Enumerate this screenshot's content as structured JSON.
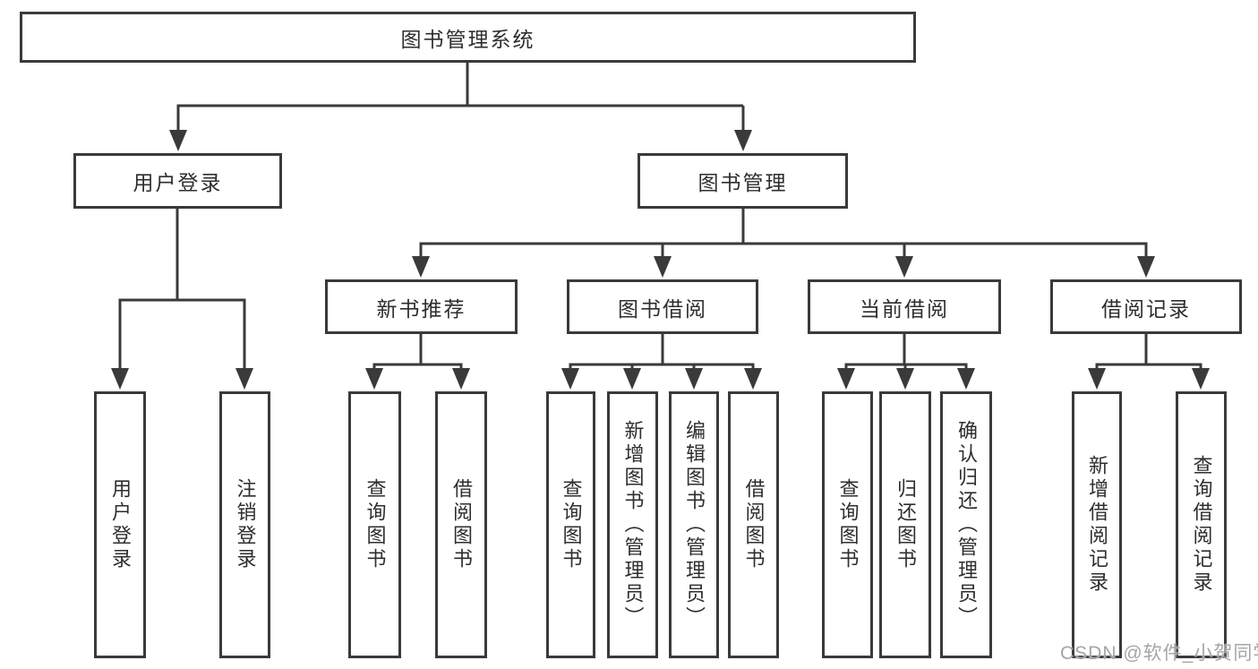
{
  "diagram": {
    "title": "图书管理系统",
    "branches": {
      "user_login": {
        "label": "用户登录",
        "children": [
          {
            "label": "用户登录"
          },
          {
            "label": "注销登录"
          }
        ]
      },
      "book_management": {
        "label": "图书管理",
        "modules": [
          {
            "label": "新书推荐",
            "children": [
              {
                "label": "查询图书"
              },
              {
                "label": "借阅图书"
              }
            ]
          },
          {
            "label": "图书借阅",
            "children": [
              {
                "label": "查询图书"
              },
              {
                "label": "新增图书（管理员）"
              },
              {
                "label": "编辑图书（管理员）"
              },
              {
                "label": "借阅图书"
              }
            ]
          },
          {
            "label": "当前借阅",
            "children": [
              {
                "label": "查询图书"
              },
              {
                "label": "归还图书"
              },
              {
                "label": "确认归还（管理员）"
              }
            ]
          },
          {
            "label": "借阅记录",
            "children": [
              {
                "label": "新增借阅记录"
              },
              {
                "label": "查询借阅记录"
              }
            ]
          }
        ]
      }
    }
  },
  "watermark": {
    "text": "CSDN @软件_小贺同学"
  },
  "colors": {
    "line": "#3a3a3a",
    "text": "#2e2e2e",
    "box_background": "#ffffff",
    "watermark": "#a5a5a5"
  }
}
